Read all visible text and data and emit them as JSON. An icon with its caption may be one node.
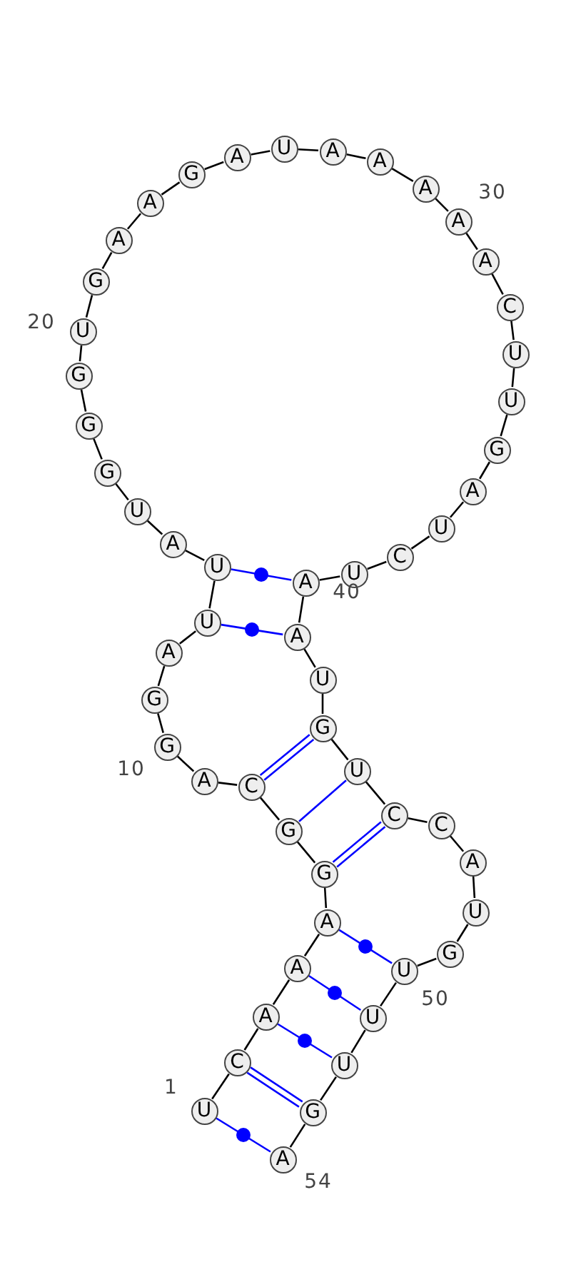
{
  "diagram": {
    "nodes": [
      {
        "text": [
          "U"
        ]
      },
      {
        "text": [
          "C"
        ]
      },
      {
        "text": [
          "A"
        ]
      },
      {
        "text": [
          "A"
        ]
      },
      {
        "text": [
          "A"
        ]
      },
      {
        "text": [
          "G"
        ]
      },
      {
        "text": [
          "G"
        ]
      },
      {
        "text": [
          "C"
        ]
      },
      {
        "text": [
          "A"
        ]
      },
      {
        "text": [
          "G"
        ]
      },
      {
        "text": [
          "G"
        ]
      },
      {
        "text": [
          "A"
        ]
      },
      {
        "text": [
          "U"
        ]
      },
      {
        "text": [
          "U"
        ]
      },
      {
        "text": [
          "A"
        ]
      },
      {
        "text": [
          "U"
        ]
      },
      {
        "text": [
          "G"
        ]
      },
      {
        "text": [
          "G"
        ]
      },
      {
        "text": [
          "G"
        ]
      },
      {
        "text": [
          "U"
        ]
      },
      {
        "text": [
          "G"
        ]
      },
      {
        "text": [
          "A"
        ]
      },
      {
        "text": [
          "A"
        ]
      },
      {
        "text": [
          "G"
        ]
      },
      {
        "text": [
          "A"
        ]
      },
      {
        "text": [
          "U"
        ]
      },
      {
        "text": [
          "A"
        ]
      },
      {
        "text": [
          "A"
        ]
      },
      {
        "text": [
          "A"
        ]
      },
      {
        "text": [
          "A"
        ]
      },
      {
        "text": [
          "A"
        ]
      },
      {
        "text": [
          "C"
        ]
      },
      {
        "text": [
          "U"
        ]
      },
      {
        "text": [
          "U"
        ]
      },
      {
        "text": [
          "G"
        ]
      },
      {
        "text": [
          "A"
        ]
      },
      {
        "text": [
          "U"
        ]
      },
      {
        "text": [
          "C"
        ]
      },
      {
        "text": [
          "U"
        ]
      },
      {
        "text": [
          "A"
        ]
      },
      {
        "text": [
          "A"
        ]
      },
      {
        "text": [
          "U"
        ]
      },
      {
        "text": [
          "G"
        ]
      },
      {
        "text": [
          "U"
        ]
      },
      {
        "text": [
          "C"
        ]
      },
      {
        "text": [
          "C"
        ]
      },
      {
        "text": [
          "A"
        ]
      },
      {
        "text": [
          "U"
        ]
      },
      {
        "text": [
          "G"
        ]
      },
      {
        "text": [
          "U"
        ]
      },
      {
        "text": [
          "U"
        ]
      },
      {
        "text": [
          "U"
        ]
      },
      {
        "text": [
          "G"
        ]
      },
      {
        "text": [
          "A"
        ]
      }
    ],
    "edges": [
      {
        "from": 0,
        "to": 1,
        "arrow": "none"
      },
      {
        "from": 1,
        "to": 2,
        "arrow": "none"
      },
      {
        "from": 2,
        "to": 3,
        "arrow": "none"
      },
      {
        "from": 3,
        "to": 4,
        "arrow": "none"
      },
      {
        "from": 4,
        "to": 5,
        "arrow": "none"
      },
      {
        "from": 5,
        "to": 6,
        "arrow": "none"
      },
      {
        "from": 6,
        "to": 7,
        "arrow": "none"
      },
      {
        "from": 7,
        "to": 8,
        "arrow": "none"
      },
      {
        "from": 8,
        "to": 9,
        "arrow": "none"
      },
      {
        "from": 9,
        "to": 10,
        "arrow": "none"
      },
      {
        "from": 10,
        "to": 11,
        "arrow": "none"
      },
      {
        "from": 11,
        "to": 12,
        "arrow": "none"
      },
      {
        "from": 12,
        "to": 13,
        "arrow": "none"
      },
      {
        "from": 13,
        "to": 14,
        "arrow": "none"
      },
      {
        "from": 14,
        "to": 15,
        "arrow": "none"
      },
      {
        "from": 15,
        "to": 16,
        "arrow": "none"
      },
      {
        "from": 16,
        "to": 17,
        "arrow": "none"
      },
      {
        "from": 17,
        "to": 18,
        "arrow": "none"
      },
      {
        "from": 18,
        "to": 19,
        "arrow": "none"
      },
      {
        "from": 19,
        "to": 20,
        "arrow": "none"
      },
      {
        "from": 20,
        "to": 21,
        "arrow": "none"
      },
      {
        "from": 21,
        "to": 22,
        "arrow": "none"
      },
      {
        "from": 22,
        "to": 23,
        "arrow": "none"
      },
      {
        "from": 23,
        "to": 24,
        "arrow": "none"
      },
      {
        "from": 24,
        "to": 25,
        "arrow": "none"
      },
      {
        "from": 25,
        "to": 26,
        "arrow": "none"
      },
      {
        "from": 26,
        "to": 27,
        "arrow": "none"
      },
      {
        "from": 27,
        "to": 28,
        "arrow": "none"
      },
      {
        "from": 28,
        "to": 29,
        "arrow": "none"
      },
      {
        "from": 29,
        "to": 30,
        "arrow": "none"
      },
      {
        "from": 30,
        "to": 31,
        "arrow": "none"
      },
      {
        "from": 31,
        "to": 32,
        "arrow": "none"
      },
      {
        "from": 32,
        "to": 33,
        "arrow": "none"
      },
      {
        "from": 33,
        "to": 34,
        "arrow": "none"
      },
      {
        "from": 34,
        "to": 35,
        "arrow": "none"
      },
      {
        "from": 35,
        "to": 36,
        "arrow": "none"
      },
      {
        "from": 36,
        "to": 37,
        "arrow": "none"
      },
      {
        "from": 37,
        "to": 38,
        "arrow": "none"
      },
      {
        "from": 38,
        "to": 39,
        "arrow": "none"
      },
      {
        "from": 39,
        "to": 40,
        "arrow": "none"
      },
      {
        "from": 40,
        "to": 41,
        "arrow": "none"
      },
      {
        "from": 41,
        "to": 42,
        "arrow": "none"
      },
      {
        "from": 42,
        "to": 43,
        "arrow": "none"
      },
      {
        "from": 43,
        "to": 44,
        "arrow": "none"
      },
      {
        "from": 44,
        "to": 45,
        "arrow": "none"
      },
      {
        "from": 45,
        "to": 46,
        "arrow": "none"
      },
      {
        "from": 46,
        "to": 47,
        "arrow": "none"
      },
      {
        "from": 47,
        "to": 48,
        "arrow": "none"
      },
      {
        "from": 48,
        "to": 49,
        "arrow": "none"
      },
      {
        "from": 49,
        "to": 50,
        "arrow": "none"
      },
      {
        "from": 50,
        "to": 51,
        "arrow": "none"
      },
      {
        "from": 51,
        "to": 52,
        "arrow": "none"
      },
      {
        "from": 52,
        "to": 53,
        "arrow": "none"
      },
      {
        "from": 0,
        "to": 53,
        "arrow": "none",
        "color": "#0000ff"
      },
      {
        "from": 1,
        "to": 52,
        "arrow": "none",
        "color": "#0000ff"
      },
      {
        "from": 2,
        "to": 51,
        "arrow": "none",
        "color": "#0000ff"
      },
      {
        "from": 3,
        "to": 50,
        "arrow": "none",
        "color": "#0000ff"
      },
      {
        "from": 4,
        "to": 49,
        "arrow": "none",
        "color": "#0000ff"
      },
      {
        "from": 5,
        "to": 44,
        "arrow": "none",
        "color": "#0000ff"
      },
      {
        "from": 6,
        "to": 43,
        "arrow": "none",
        "color": "#0000ff"
      },
      {
        "from": 7,
        "to": 42,
        "arrow": "none",
        "color": "#0000ff"
      },
      {
        "from": 12,
        "to": 40,
        "arrow": "none",
        "color": "#0000ff"
      },
      {
        "from": 13,
        "to": 39,
        "arrow": "none",
        "color": "#0000ff"
      }
    ],
    "labels": [
      "30",
      "20",
      "40",
      "10",
      "50",
      "1",
      "54"
    ]
  }
}
